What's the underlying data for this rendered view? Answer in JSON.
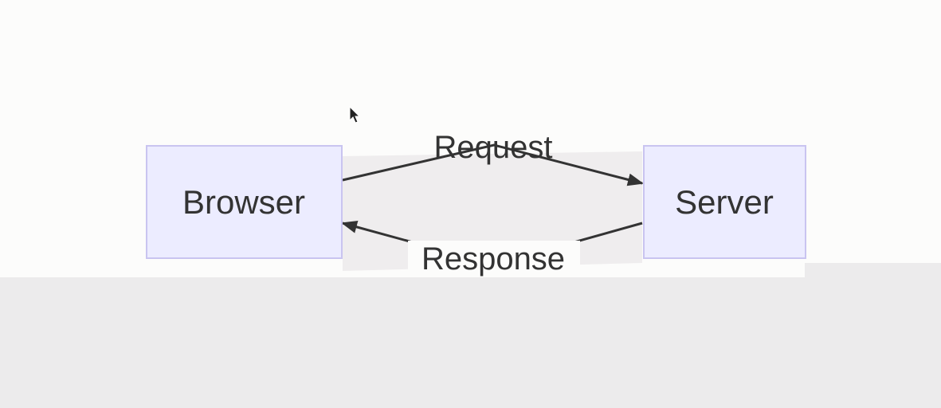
{
  "diagram": {
    "nodes": {
      "browser": {
        "label": "Browser"
      },
      "server": {
        "label": "Server"
      }
    },
    "edges": {
      "request": {
        "label": "Request",
        "from": "Browser",
        "to": "Server"
      },
      "response": {
        "label": "Response",
        "from": "Server",
        "to": "Browser"
      }
    },
    "colors": {
      "node_fill": "#ececff",
      "node_stroke": "#c9c4f0",
      "edge": "#333333",
      "text": "#333333",
      "background": "#fcfcfb",
      "backdrop": "#ecebec"
    }
  },
  "overlay": {
    "cursor": "mouse-pointer-icon"
  }
}
